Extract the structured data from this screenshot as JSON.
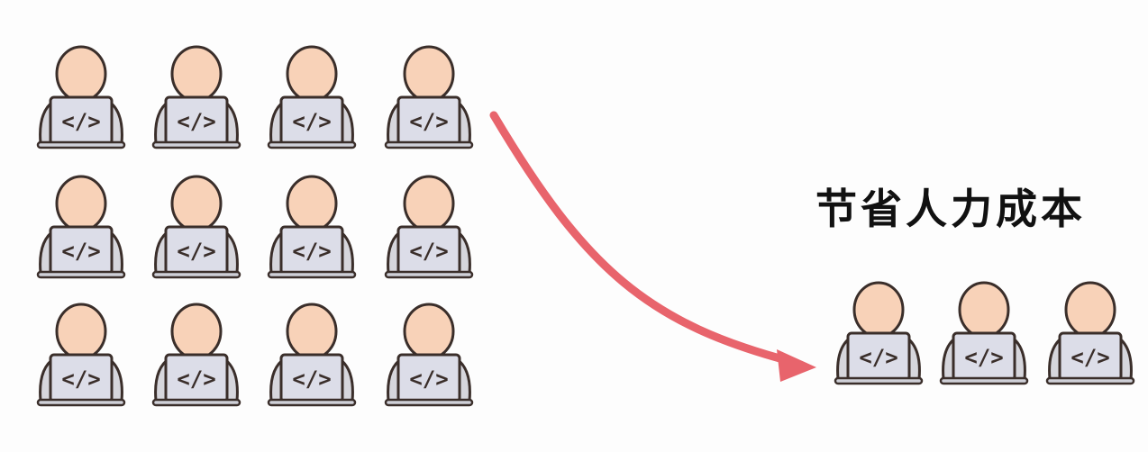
{
  "caption": "节省人力成本",
  "laptop_symbol": "</>",
  "groups": {
    "before": {
      "rows": 3,
      "cols": 4
    },
    "after": {
      "rows": 1,
      "cols": 3
    }
  },
  "colors": {
    "skin": "#f8d2b8",
    "outline": "#3a2e2a",
    "laptop": "#dcdde8",
    "chair": "#d6d6dc",
    "arrow": "#e8646c",
    "background": "#fdfdfd"
  },
  "icons": [
    "developer-icon",
    "laptop-code-icon",
    "curved-arrow-icon"
  ]
}
